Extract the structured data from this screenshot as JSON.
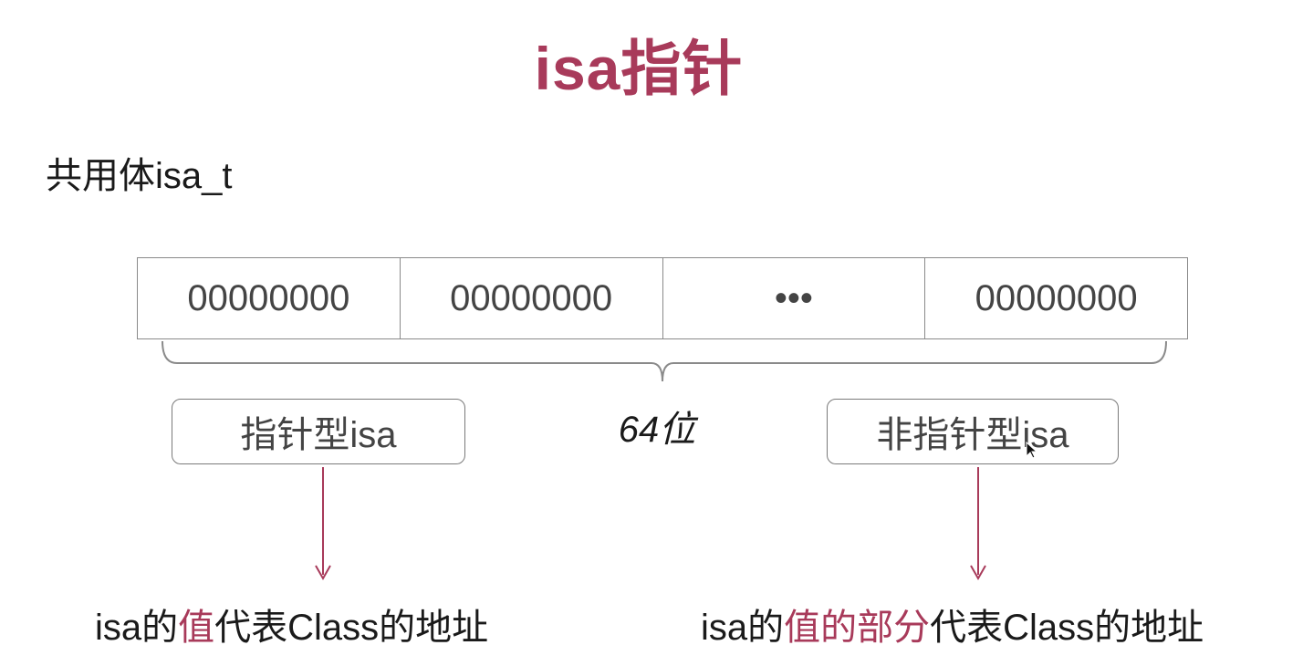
{
  "title": "isa指针",
  "subtitle": "共用体isa_t",
  "bits": [
    "00000000",
    "00000000",
    "•••",
    "00000000"
  ],
  "bit_count_label": "64位",
  "types": {
    "pointer": "指针型isa",
    "non_pointer": "非指针型isa"
  },
  "descriptions": {
    "left": {
      "pre": "isa的",
      "highlight": "值",
      "post": "代表Class的地址"
    },
    "right": {
      "pre": "isa的",
      "highlight": "值的部分",
      "post": "代表Class的地址"
    }
  },
  "colors": {
    "accent": "#a83a5a",
    "text": "#1a1a1a",
    "border": "#8a8a8a"
  }
}
